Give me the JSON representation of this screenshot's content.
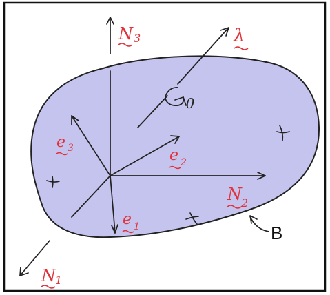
{
  "colors": {
    "body_fill": "#c5c4ee",
    "ink": "#222222",
    "label_red": "#e0323a",
    "frame": "#111111"
  },
  "labels": {
    "N3_letter": "N",
    "N3_sub": "3",
    "lambda": "λ",
    "theta": "θ",
    "e3_letter": "e",
    "e3_sub": "3",
    "e2_letter": "e",
    "e2_sub": "2",
    "e1_letter": "e",
    "e1_sub": "1",
    "N2_letter": "N",
    "N2_sub": "2",
    "N1_letter": "N",
    "N1_sub": "1",
    "body": "B"
  }
}
